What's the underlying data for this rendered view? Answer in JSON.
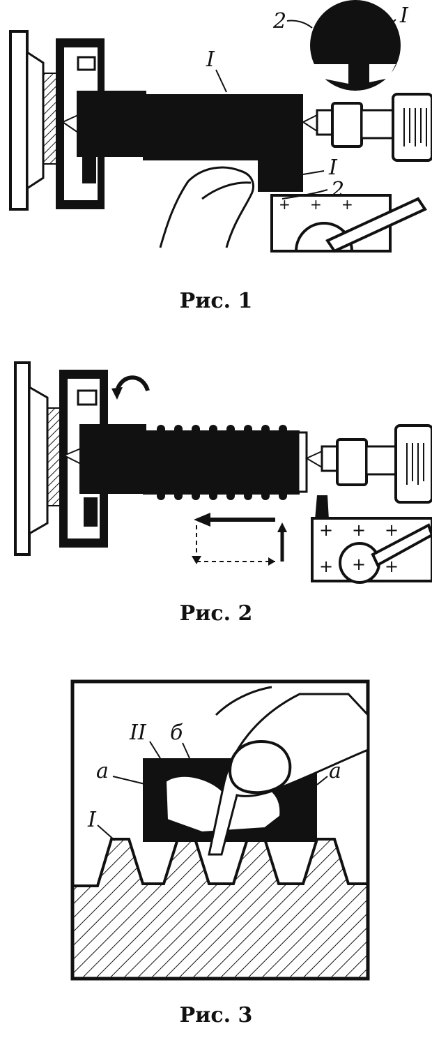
{
  "figures": [
    {
      "caption": "Рис. 1",
      "labels": {
        "inset_2": "2",
        "inset_1": "I",
        "part_1_top": "I",
        "part_1_right": "I",
        "part_2": "2"
      }
    },
    {
      "caption": "Рис. 2"
    },
    {
      "caption": "Рис. 3",
      "labels": {
        "II": "II",
        "b": "б",
        "a_left": "a",
        "a_right": "a",
        "I": "I"
      }
    }
  ],
  "colors": {
    "ink": "#111111",
    "paper": "#ffffff"
  }
}
